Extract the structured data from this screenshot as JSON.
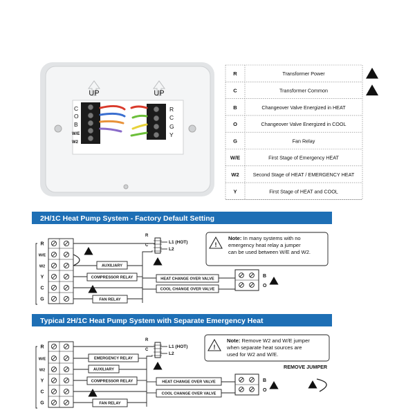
{
  "photo": {
    "up_left": "UP",
    "up_right": "UP",
    "left_labels": [
      "C",
      "O",
      "B",
      "W/E",
      "W2"
    ],
    "right_labels": [
      "R",
      "C",
      "G",
      "Y"
    ]
  },
  "legend": [
    {
      "code": "R",
      "desc": "Transformer Power",
      "marker": "1"
    },
    {
      "code": "C",
      "desc": "Transformer Common",
      "marker": "3"
    },
    {
      "code": "B",
      "desc": "Changeover Valve Energized in HEAT",
      "marker": ""
    },
    {
      "code": "O",
      "desc": "Changeover Valve Energized in COOL",
      "marker": ""
    },
    {
      "code": "G",
      "desc": "Fan Relay",
      "marker": ""
    },
    {
      "code": "W/E",
      "desc": "First Stage of Emergency HEAT",
      "marker": ""
    },
    {
      "code": "W2",
      "desc": "Second Stage of HEAT / EMERGENCY HEAT",
      "marker": ""
    },
    {
      "code": "Y",
      "desc": "First Stage of HEAT and COOL",
      "marker": ""
    }
  ],
  "section1": {
    "title": "2H/1C Heat Pump System - Factory Default Setting",
    "terminals": [
      "R",
      "W/E",
      "W2",
      "Y",
      "C",
      "G"
    ],
    "transformer": {
      "r": "R",
      "c": "C",
      "l1": "L1 (HOT)",
      "l2": "L2"
    },
    "boxes": {
      "auxiliary": "AUXILIARY",
      "compressor": "COMPRESSOR RELAY",
      "fan": "FAN RELAY",
      "heat_valve": "HEAT CHANGE OVER VALVE",
      "cool_valve": "COOL CHANGE OVER VALVE"
    },
    "valve_terms": [
      "B",
      "O"
    ],
    "note_label": "Note:",
    "note_lines": [
      "In many systems with no",
      "emergency heat relay a jumper",
      "can be used between W/E and W2."
    ],
    "markers": {
      "jumper": "5",
      "transformer": "1",
      "common": "3",
      "valve": "2"
    }
  },
  "section2": {
    "title": "Typical 2H/1C Heat Pump System with Separate Emergency Heat",
    "terminals": [
      "R",
      "W/E",
      "W2",
      "Y",
      "C",
      "G"
    ],
    "transformer": {
      "r": "R",
      "c": "C",
      "l1": "L1 (HOT)",
      "l2": "L2"
    },
    "boxes": {
      "emergency": "EMERGENCY RELAY",
      "auxiliary": "AUXILIARY",
      "compressor": "COMPRESSOR RELAY",
      "fan": "FAN RELAY",
      "heat_valve": "HEAT CHANGE OVER VALVE",
      "cool_valve": "COOL CHANGE OVER VALVE"
    },
    "valve_terms": [
      "B",
      "O"
    ],
    "note_label": "Note:",
    "note_lines": [
      "Remove W2 and W/E jumper",
      "when separate heat sources are",
      "used for W2 and W/E."
    ],
    "remove_jumper": "REMOVE JUMPER",
    "markers": {
      "transformer": "1",
      "common": "3",
      "valve": "2",
      "jumper": "5"
    }
  },
  "colors": {
    "banner": "#1e6fb5",
    "wire_red": "#d93a2b",
    "wire_blue": "#3a6fd0",
    "wire_green": "#6cbf3a",
    "wire_yellow": "#e8d23a",
    "wire_orange": "#e8923a",
    "wire_purple": "#8a6bc9"
  }
}
